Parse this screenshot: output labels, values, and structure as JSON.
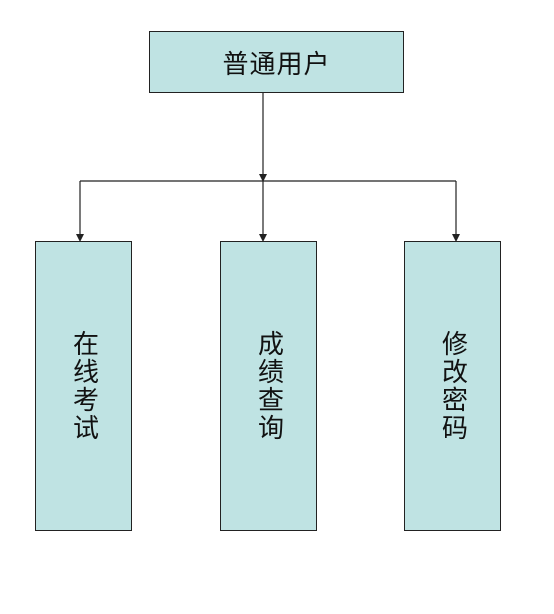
{
  "diagram": {
    "root": {
      "label": "普通用户"
    },
    "children": [
      {
        "label": "在线考试"
      },
      {
        "label": "成绩查询"
      },
      {
        "label": "修改密码"
      }
    ],
    "colors": {
      "node_fill": "#bfe3e3",
      "node_border": "#222222",
      "connector": "#222222"
    }
  }
}
